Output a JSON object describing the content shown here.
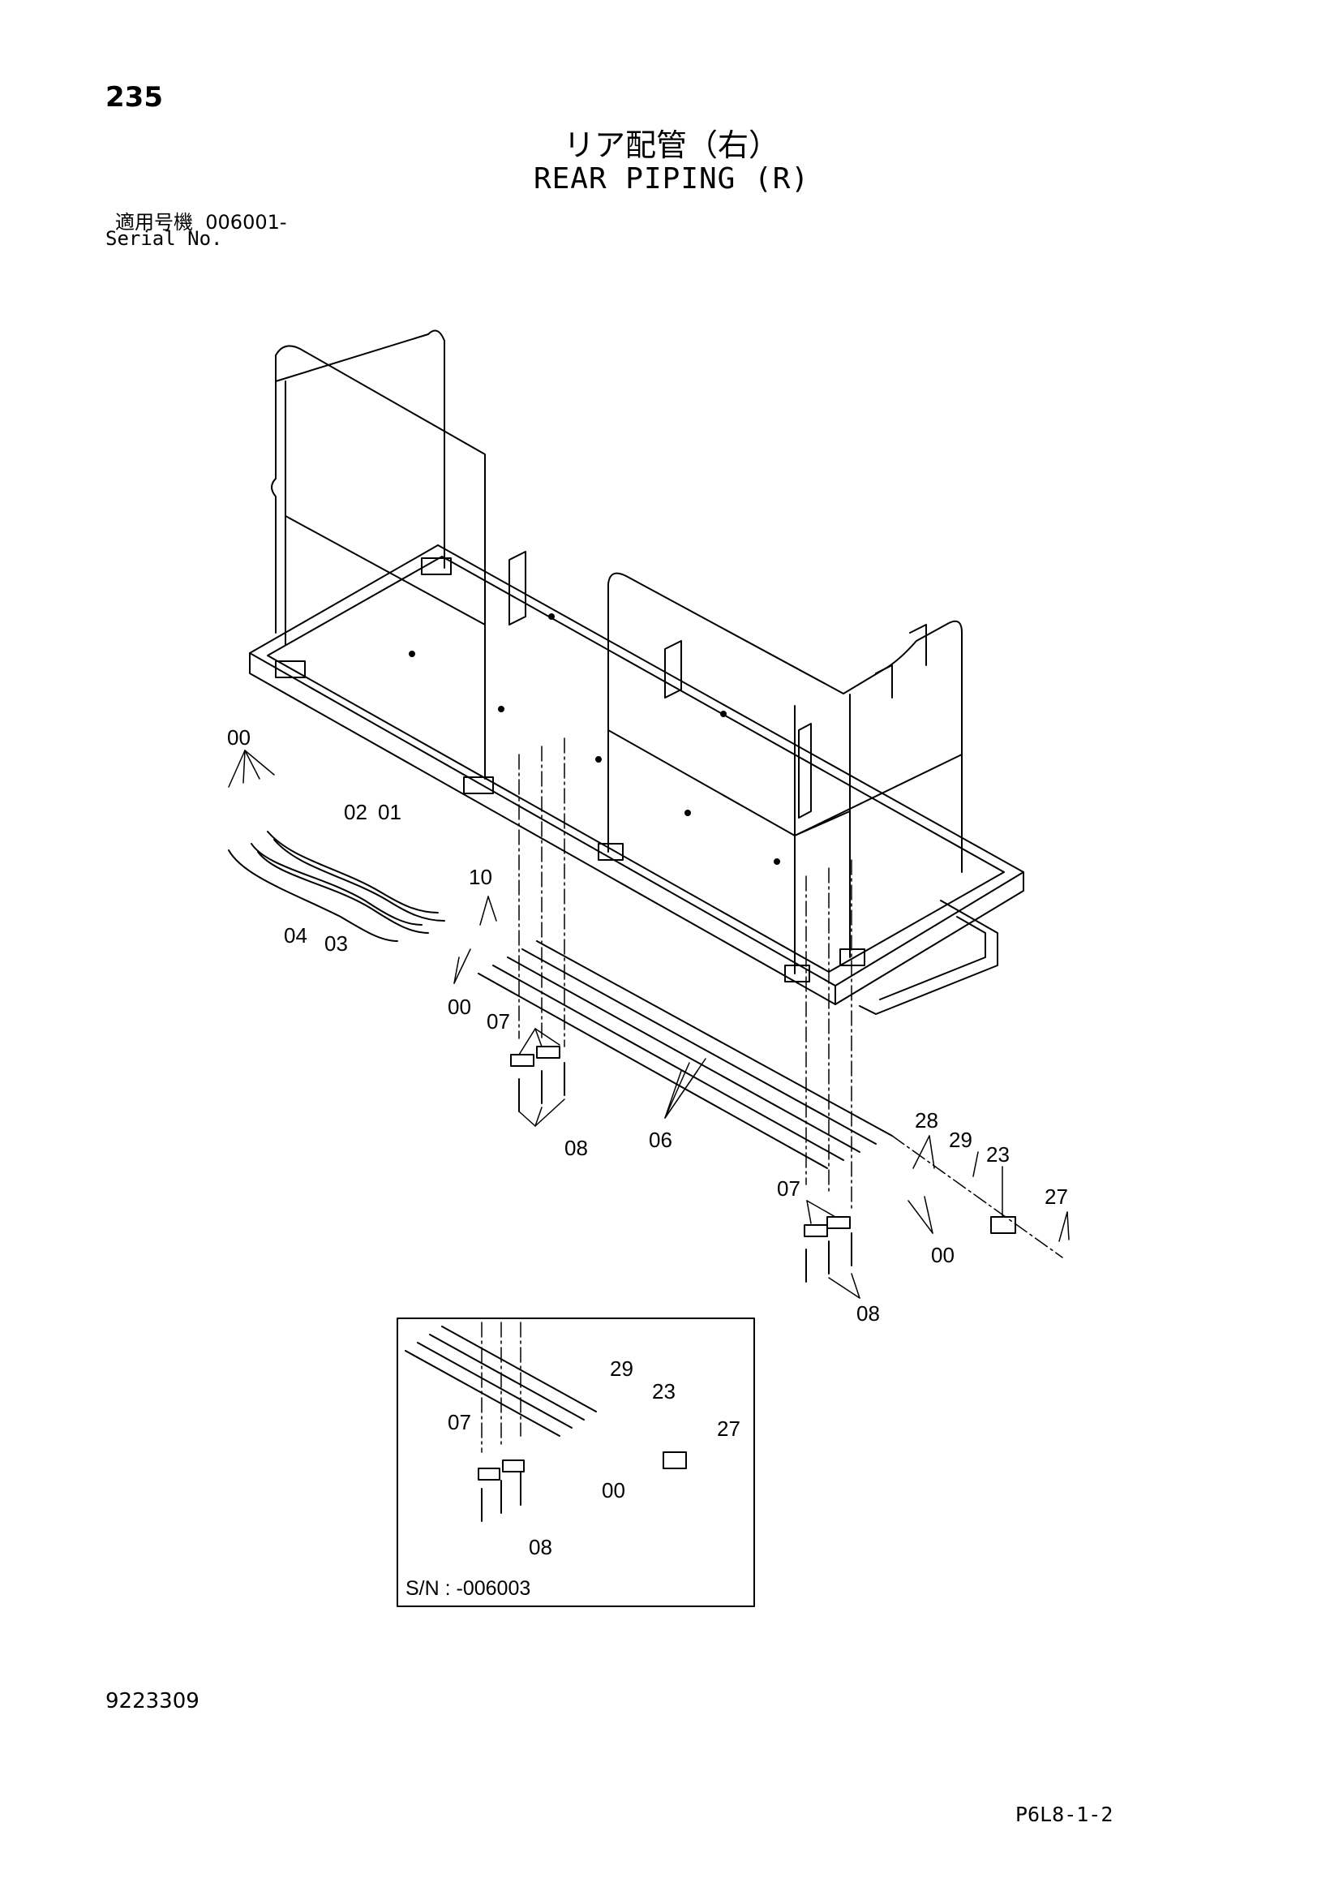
{
  "header": {
    "page_number": "235",
    "title_jp": "リア配管（右）",
    "title_en": "REAR PIPING (R)",
    "serial_label_jp": "適用号機",
    "serial_value": "006001-",
    "serial_label_en": "Serial No."
  },
  "callouts_main": [
    "00",
    "02",
    "01",
    "10",
    "04",
    "03",
    "00",
    "07",
    "08",
    "06",
    "28",
    "29",
    "23",
    "27",
    "07",
    "00",
    "08"
  ],
  "inset": {
    "callouts": [
      "29",
      "23",
      "07",
      "27",
      "00",
      "08"
    ],
    "caption": "S/N : -006003"
  },
  "footer": {
    "doc_number": "9223309",
    "page_code": "P6L8-1-2"
  }
}
